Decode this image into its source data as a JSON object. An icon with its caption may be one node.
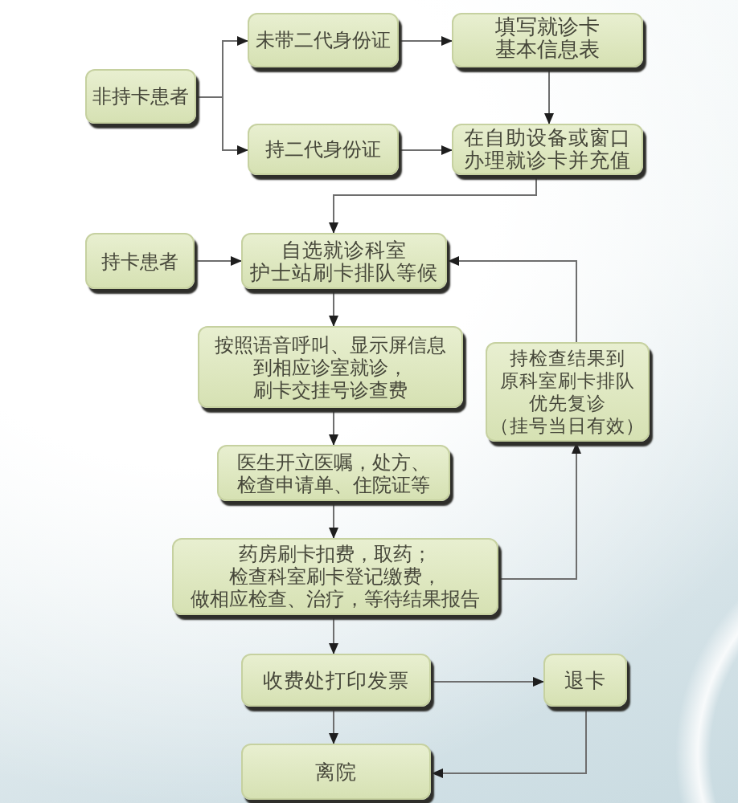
{
  "diagram": {
    "nodes": [
      {
        "text": [
          "非持卡患者"
        ]
      },
      {
        "text": [
          "未带二代身份证"
        ]
      },
      {
        "text": [
          "填写就诊卡基本信息表"
        ]
      },
      {
        "text": [
          "持二代身份证"
        ]
      },
      {
        "text": [
          "在自助设备或窗口办理就诊卡并充值"
        ]
      },
      {
        "text": [
          "持卡患者"
        ]
      },
      {
        "text": [
          "自选就诊科室护士站刷卡排队等候"
        ]
      },
      {
        "text": [
          "按照语音呼叫、显示屏信息到相应诊室就诊，刷卡交挂号诊查费"
        ]
      },
      {
        "text": [
          "持检查结果到原科室刷卡排队优先复诊（挂号当日有效）"
        ]
      },
      {
        "text": [
          "医生开立医嘱，处方、检查申请单、住院证等"
        ]
      },
      {
        "text": [
          "药房刷卡扣费，取药；检查科室刷卡登记缴费，做相应检查、治疗，等待结果报告"
        ]
      },
      {
        "text": [
          "收费处打印发票"
        ]
      },
      {
        "text": [
          "退卡"
        ]
      },
      {
        "text": [
          "离院"
        ]
      }
    ],
    "edges": [
      {
        "from": 0,
        "to": 1,
        "arrow": "to"
      },
      {
        "from": 0,
        "to": 3,
        "arrow": "to"
      },
      {
        "from": 1,
        "to": 2,
        "arrow": "to"
      },
      {
        "from": 3,
        "to": 4,
        "arrow": "to"
      },
      {
        "from": 2,
        "to": 4,
        "arrow": "to"
      },
      {
        "from": 4,
        "to": 6,
        "arrow": "to"
      },
      {
        "from": 5,
        "to": 6,
        "arrow": "to"
      },
      {
        "from": 6,
        "to": 7,
        "arrow": "to"
      },
      {
        "from": 8,
        "to": 6,
        "arrow": "to"
      },
      {
        "from": 7,
        "to": 9,
        "arrow": "to"
      },
      {
        "from": 9,
        "to": 10,
        "arrow": "to"
      },
      {
        "from": 10,
        "to": 8,
        "arrow": "to"
      },
      {
        "from": 10,
        "to": 11,
        "arrow": "to"
      },
      {
        "from": 11,
        "to": 12,
        "arrow": "to"
      },
      {
        "from": 11,
        "to": 13,
        "arrow": "to"
      },
      {
        "from": 12,
        "to": 13,
        "arrow": "to"
      }
    ]
  }
}
